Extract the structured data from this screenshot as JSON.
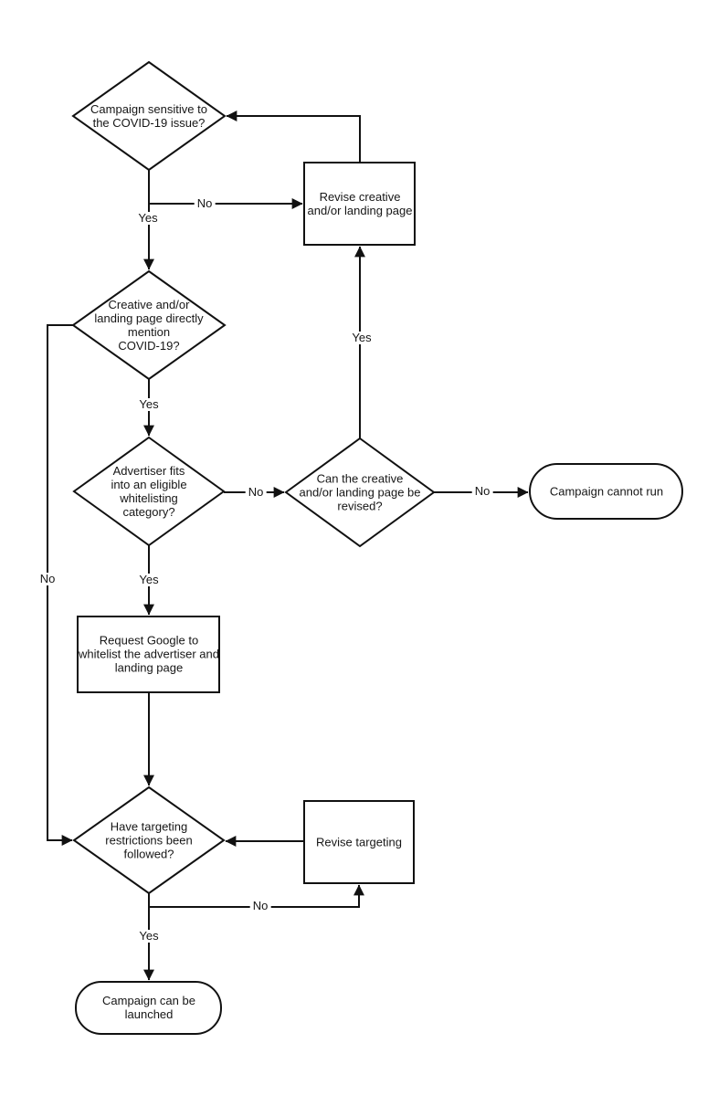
{
  "page": {
    "background": "#ffffff"
  },
  "style": {
    "stroke_color": "#111111",
    "text_color": "#161616",
    "node_fill": "#ffffff"
  },
  "nodes": {
    "campaign_sensitive": {
      "type": "decision",
      "label": "Campaign sensitive to\nthe COVID-19 issue?"
    },
    "revise_creative": {
      "type": "process",
      "label": "Revise creative\nand/or landing page"
    },
    "mention_covid": {
      "type": "decision",
      "label": "Creative and/or\nlanding page directly\nmention\nCOVID-19?"
    },
    "whitelisting_category": {
      "type": "decision",
      "label": "Advertiser fits\ninto an eligible\nwhitelisting\ncategory?"
    },
    "can_be_revised": {
      "type": "decision",
      "label": "Can the creative\nand/or landing page be\nrevised?"
    },
    "cannot_run": {
      "type": "terminator",
      "label": "Campaign cannot run"
    },
    "request_whitelist": {
      "type": "process",
      "label": "Request Google to\nwhitelist the advertiser and\nlanding page"
    },
    "targeting_followed": {
      "type": "decision",
      "label": "Have targeting\nrestrictions been\nfollowed?"
    },
    "revise_targeting": {
      "type": "process",
      "label": "Revise targeting"
    },
    "can_launch": {
      "type": "terminator",
      "label": "Campaign can be\nlaunched"
    }
  },
  "edge_labels": {
    "sensitive_no": "No",
    "sensitive_yes": "Yes",
    "mention_yes": "Yes",
    "mention_no": "No",
    "category_yes": "Yes",
    "category_no": "No",
    "revised_yes": "Yes",
    "revised_no": "No",
    "targeting_no": "No",
    "targeting_yes": "Yes"
  }
}
